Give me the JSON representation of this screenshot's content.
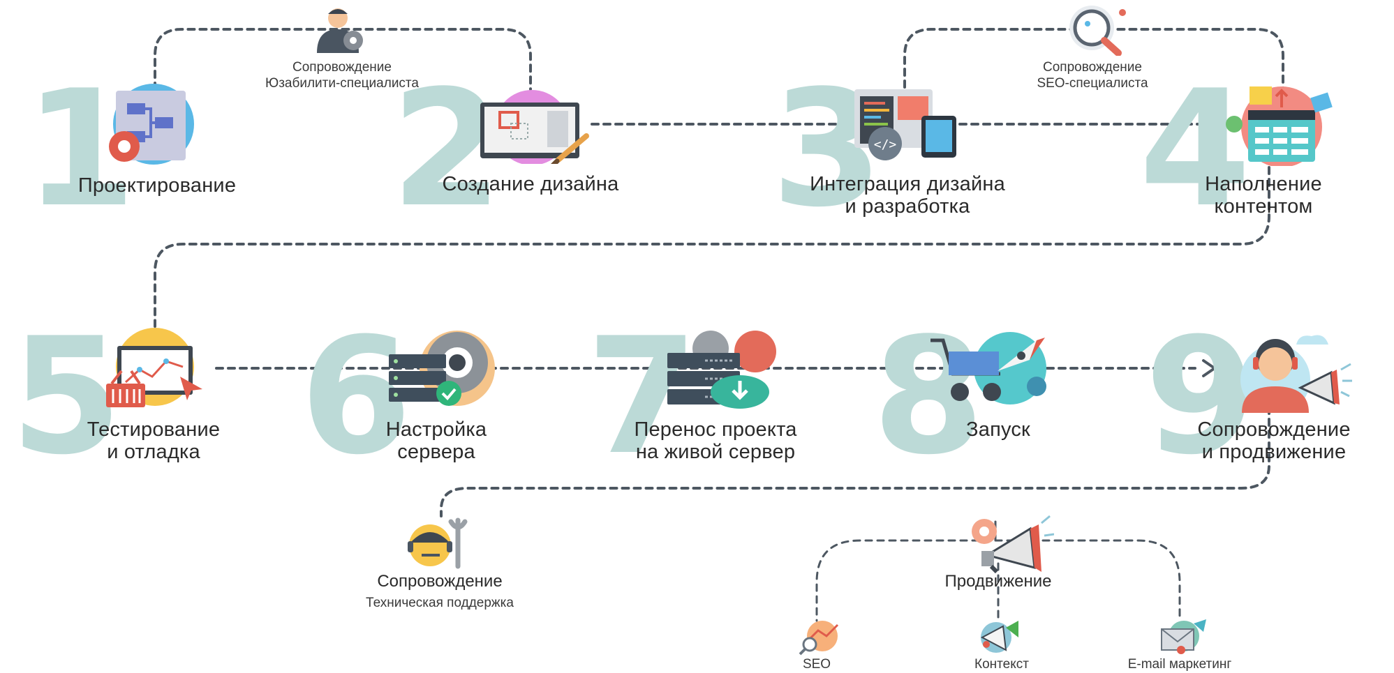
{
  "steps": [
    {
      "num": "1",
      "label": [
        "Проектирование"
      ]
    },
    {
      "num": "2",
      "label": [
        "Создание дизайна"
      ]
    },
    {
      "num": "3",
      "label": [
        "Интеграция дизайна",
        "и разработка"
      ]
    },
    {
      "num": "4",
      "label": [
        "Наполнение",
        "контентом"
      ]
    },
    {
      "num": "5",
      "label": [
        "Тестирование",
        "и отладка"
      ]
    },
    {
      "num": "6",
      "label": [
        "Настройка",
        "сервера"
      ]
    },
    {
      "num": "7",
      "label": [
        "Перенос проекта",
        "на живой сервер"
      ]
    },
    {
      "num": "8",
      "label": [
        "Запуск"
      ]
    },
    {
      "num": "9",
      "label": [
        "Сопровождение",
        "и продвижение"
      ]
    }
  ],
  "support": {
    "usability": [
      "Сопровождение",
      "Юзабилити-специалиста"
    ],
    "seo": [
      "Сопровождение",
      "SEO-специалиста"
    ],
    "tech": {
      "title": "Сопровождение",
      "subtitle": "Техническая поддержка"
    }
  },
  "promotion": {
    "title": "Продвижение",
    "channels": [
      "SEO",
      "Контекст",
      "E-mail маркетинг"
    ]
  },
  "colors": {
    "connector": "#4d5761",
    "number": "#bcdad7"
  }
}
